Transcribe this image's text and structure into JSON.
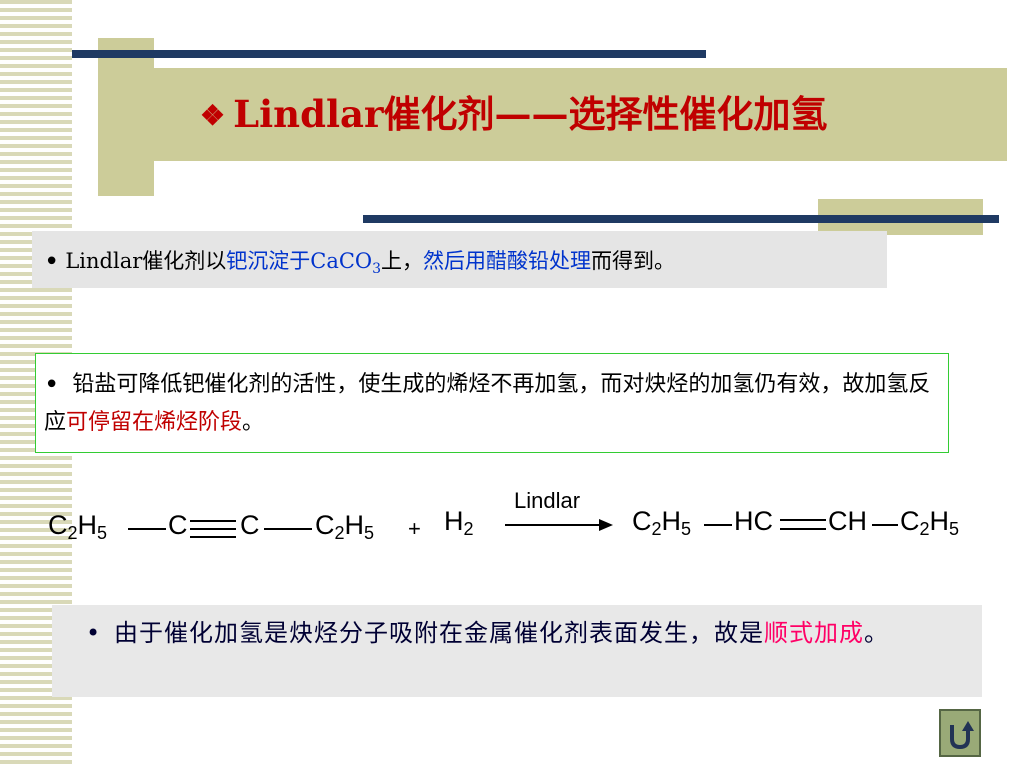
{
  "title": {
    "icon": "diamond-ornament-icon",
    "text": "Lindlar催化剂——选择性催化加氢"
  },
  "box1": {
    "bullet": "•",
    "seg1": "Lindlar催化剂以",
    "seg2": "钯沉淀于CaCO",
    "sub": "3",
    "seg3": "上，",
    "seg4": "然后用醋酸铅处理",
    "seg5": "而得到。"
  },
  "box2": {
    "bullet": "•",
    "seg1": " 铅盐可降低钯催化剂的活性，使生成的烯烃不再加氢，而对炔烃的加氢仍有效，故加氢反应",
    "seg2": "可停留在烯烃阶段",
    "seg3": "。"
  },
  "equation": {
    "reactant_left": {
      "c": "C",
      "c_sub": "2",
      "h": "H",
      "h_sub": "5"
    },
    "c1": "C",
    "c2": "C",
    "reactant_right": {
      "c": "C",
      "c_sub": "2",
      "h": "H",
      "h_sub": "5"
    },
    "plus": "+",
    "h2": {
      "h": "H",
      "sub": "2"
    },
    "catalyst": "Lindlar",
    "product_left": {
      "c": "C",
      "c_sub": "2",
      "h": "H",
      "h_sub": "5"
    },
    "hc": "HC",
    "ch": "CH",
    "product_right": {
      "c": "C",
      "c_sub": "2",
      "h": "H",
      "h_sub": "5"
    }
  },
  "box3": {
    "bullet": "•",
    "seg1": "由于催化加氢是炔烃分子吸附在金属催化剂表面发生，故是",
    "seg2": "顺式加成",
    "seg3": "。"
  },
  "nav": {
    "icon": "return-arrow-icon"
  },
  "colors": {
    "accent_red": "#c00000",
    "accent_blue": "#0033cc",
    "accent_pink": "#ff0066",
    "navy_bar": "#1f3a63",
    "olive": "#cccc99"
  }
}
